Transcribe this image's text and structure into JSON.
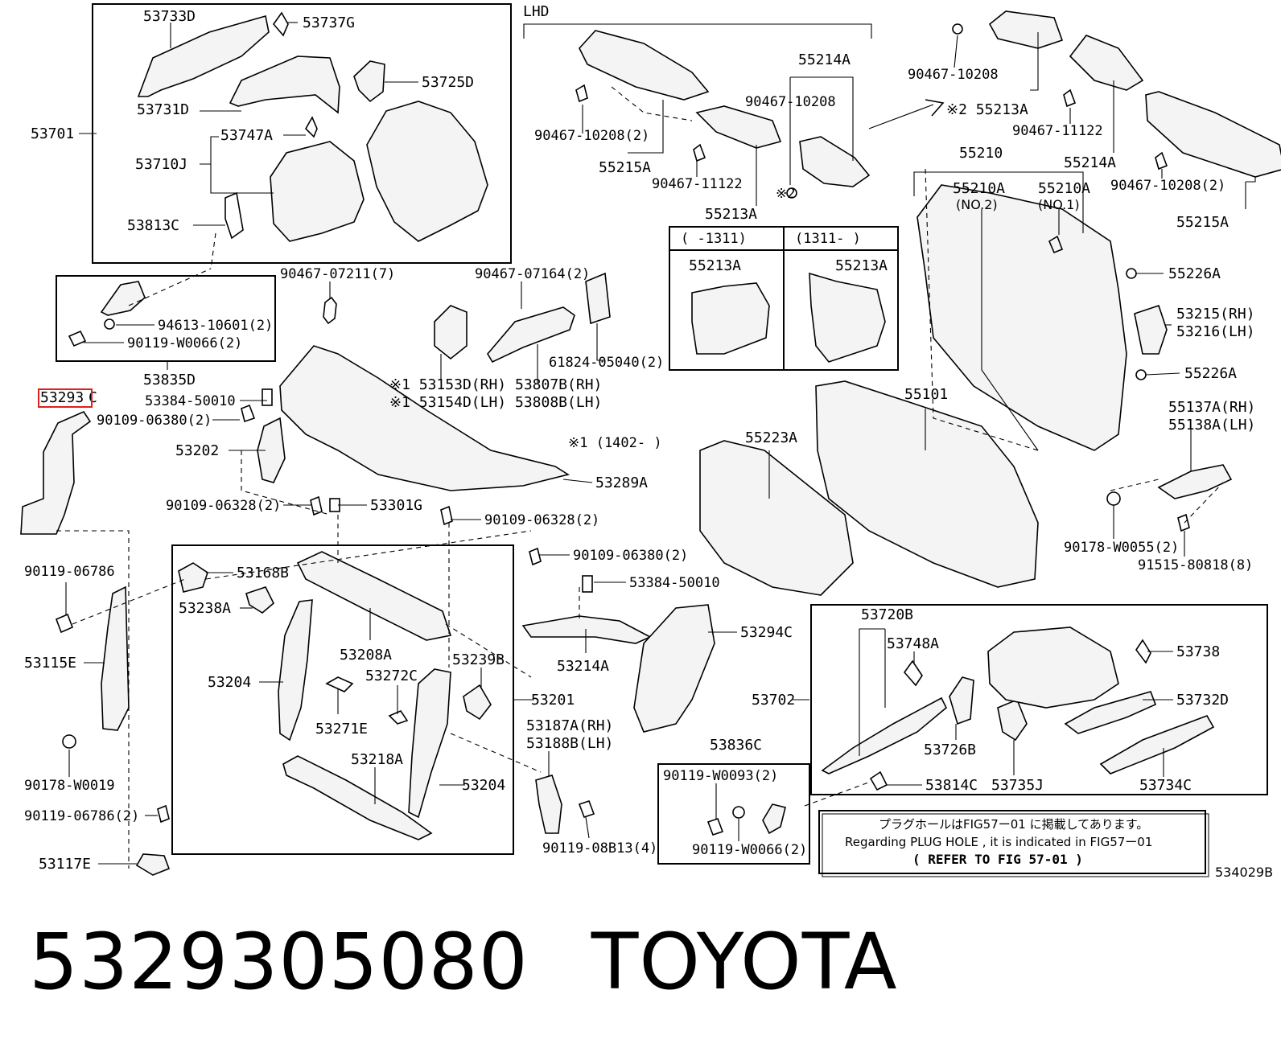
{
  "diagram_code": "534029B",
  "footer": {
    "part_number": "5329305080",
    "brand": "TOYOTA"
  },
  "highlight_color": "#e01e1e",
  "highlighted_part": "53293C",
  "section_tags": {
    "lhd": "LHD",
    "mark1_date": "※1 (1402-   )",
    "mark2": "※2",
    "col_left": "(   -1311)",
    "col_right": "(1311-   )"
  },
  "note": {
    "jp": "プラグホールはFIG57ー01 に掲載してあります。",
    "en": "Regarding  PLUG HOLE , it is indicated in FIG57ー01",
    "refer": "( REFER TO FIG 57-01 )"
  },
  "labels": {
    "p53733D": "53733D",
    "p53737G": "53737G",
    "p53725D": "53725D",
    "p53731D": "53731D",
    "p53701": "53701",
    "p53747A": "53747A",
    "p53710J": "53710J",
    "p53813C": "53813C",
    "p94613": "94613-10601(2)",
    "p90119w66a": "90119-W0066(2)",
    "p53835D": "53835D",
    "p53293C_a": "53293",
    "p53293C_b": "C",
    "p53384a": "53384-50010",
    "p90109_380a": "90109-06380(2)",
    "p53202": "53202",
    "p90109_328a": "90109-06328(2)",
    "p53301G": "53301G",
    "p90109_328b": "90109-06328(2)",
    "p90467_211": "90467-07211(7)",
    "p90467_164": "90467-07164(2)",
    "p53153D": "※1 53153D(RH)",
    "p53154D": "※1 53154D(LH)",
    "p53807B": "53807B(RH)",
    "p53808B": "53808B(LH)",
    "p61824": "61824-05040(2)",
    "p53289A": "53289A",
    "p90467_208a": "90467-10208(2)",
    "p55215Aa": "55215A",
    "p90467_122a": "90467-11122",
    "p55213Aa": "55213A",
    "p55214Aa": "55214A",
    "p90467_208b": "90467-10208",
    "p55213Ab": "55213A",
    "p55213Ac": "55213A",
    "p90467_208c": "90467-10208",
    "p55213Ad": "※2 55213A",
    "p90467_122b": "90467-11122",
    "p55214Ab": "55214A",
    "p90467_208d": "90467-10208(2)",
    "p55215Ab": "55215A",
    "p55210": "55210",
    "p55210A2": "55210A",
    "p55210A2n": "(NO.2)",
    "p55210A1": "55210A",
    "p55210A1n": "(NO.1)",
    "p55226Aa": "55226A",
    "p53215": "53215(RH)",
    "p53216": "53216(LH)",
    "p55226Ab": "55226A",
    "p55101": "55101",
    "p55223A": "55223A",
    "p55137A": "55137A(RH)",
    "p55138A": "55138A(LH)",
    "p90178_055": "90178-W0055(2)",
    "p91515": "91515-80818(8)",
    "p90119_786a": "90119-06786",
    "p53115E": "53115E",
    "p90178_019": "90178-W0019",
    "p90119_786b": "90119-06786(2)",
    "p53117E": "53117E",
    "p53168B": "53168B",
    "p53238A": "53238A",
    "p53204a": "53204",
    "p53208A": "53208A",
    "p53272C": "53272C",
    "p53239B": "53239B",
    "p53271E": "53271E",
    "p53218A": "53218A",
    "p53204b": "53204",
    "p53201": "53201",
    "p90109_380b": "90109-06380(2)",
    "p53384b": "53384-50010",
    "p53214A": "53214A",
    "p53187A": "53187A(RH)",
    "p53188B": "53188B(LH)",
    "p90119_813": "90119-08B13(4)",
    "p53294C": "53294C",
    "p53836C": "53836C",
    "p90119_093": "90119-W0093(2)",
    "p90119_066b": "90119-W0066(2)",
    "p53720B": "53720B",
    "p53748A": "53748A",
    "p53738": "53738",
    "p53702": "53702",
    "p53732D": "53732D",
    "p53726B": "53726B",
    "p53735J": "53735J",
    "p53734C": "53734C",
    "p53814C": "53814C"
  }
}
